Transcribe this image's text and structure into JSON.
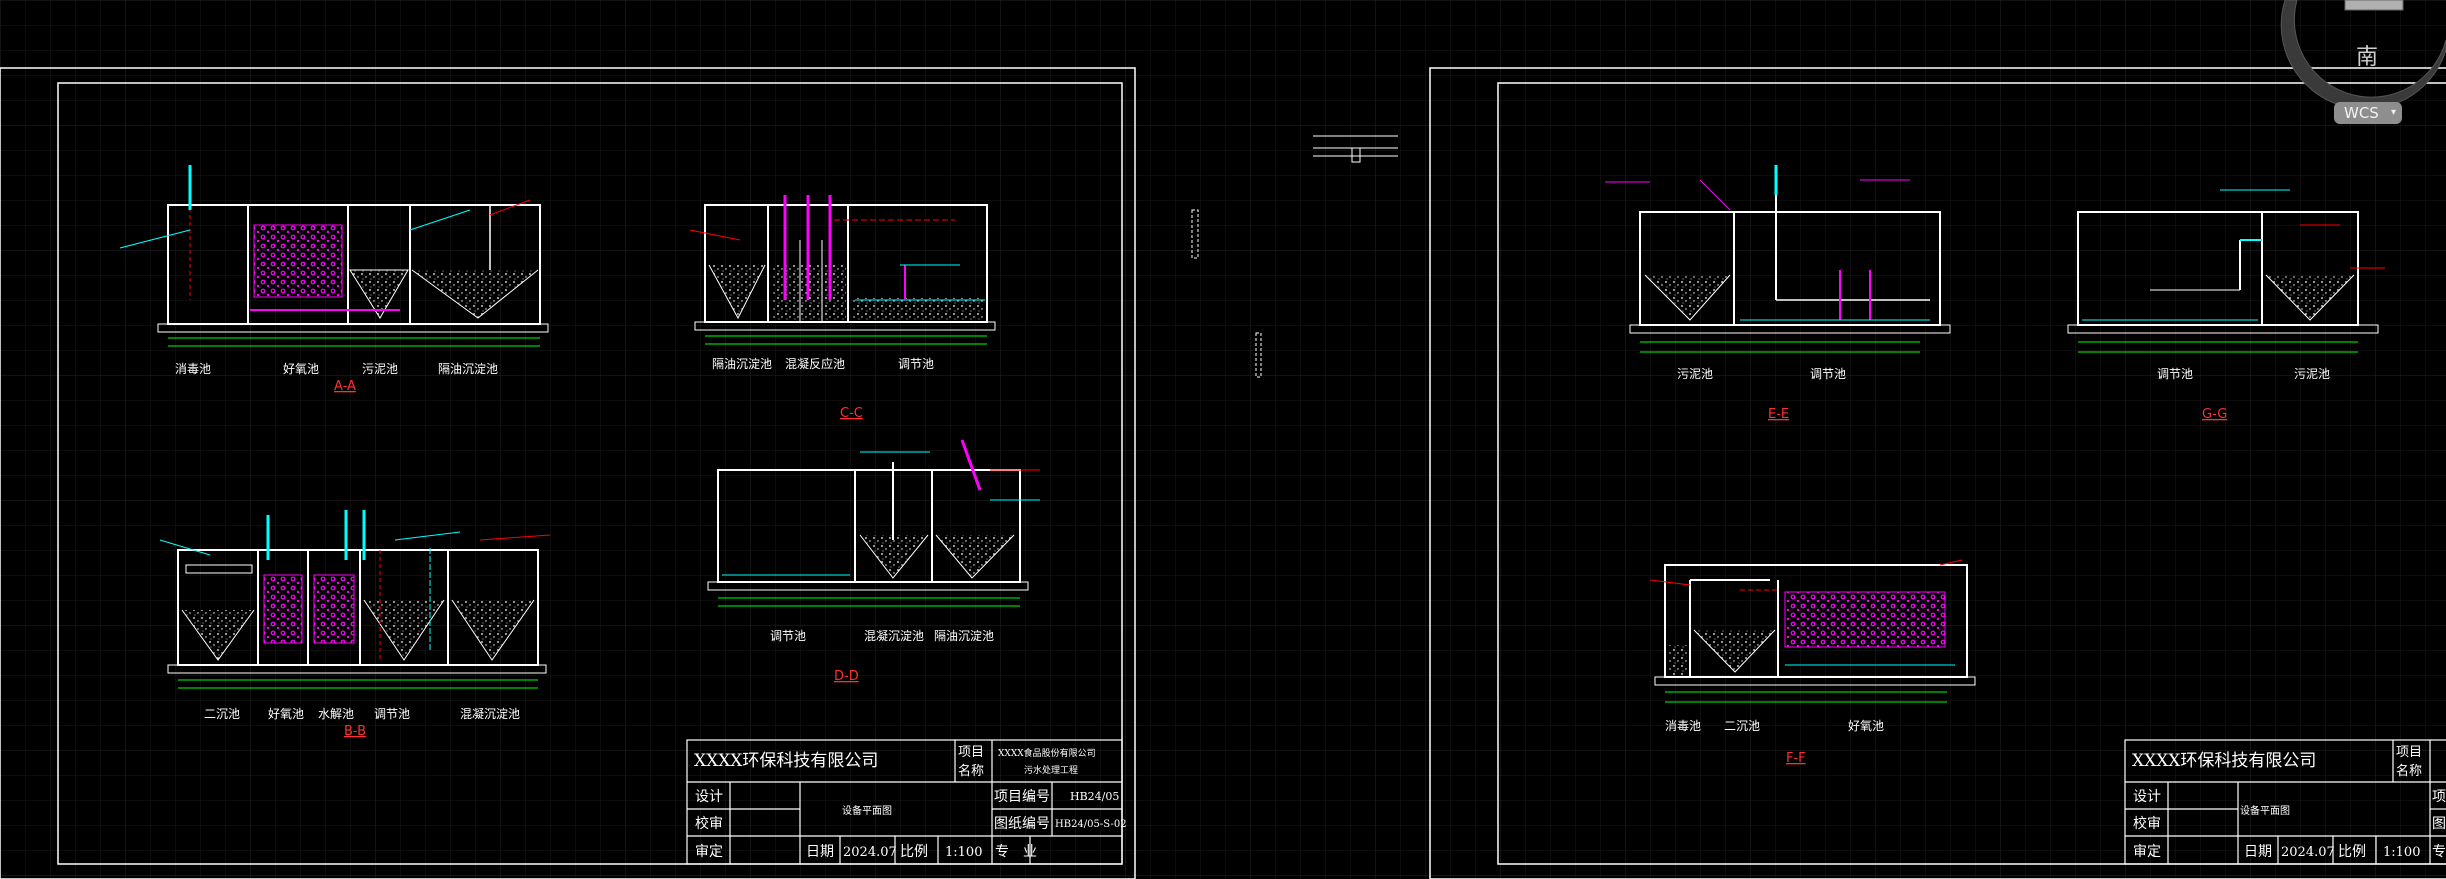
{
  "viewcube": {
    "direction": "南",
    "ucs_label": "WCS",
    "ucs_chevron": "▾"
  },
  "colors": {
    "frame": "#ffffff",
    "dims": "#00ff00",
    "labels_cyan": "#00ffff",
    "labels_magenta": "#ff00ff",
    "labels_red": "#ff0000",
    "section_title": "#ff3030",
    "grid": "#1c1c1c"
  },
  "sections": [
    {
      "id": "A-A",
      "title": "A-A",
      "pools": [
        "消毒池",
        "好氧池",
        "污泥池",
        "隔油沉淀池"
      ]
    },
    {
      "id": "B-B",
      "title": "B-B",
      "pools": [
        "二沉池",
        "好氧池",
        "水解池",
        "调节池",
        "混凝沉淀池"
      ]
    },
    {
      "id": "C-C",
      "title": "C-C",
      "pools": [
        "隔油沉淀池",
        "混凝反应池",
        "调节池"
      ]
    },
    {
      "id": "D-D",
      "title": "D-D",
      "pools": [
        "调节池",
        "混凝沉淀池",
        "隔油沉淀池"
      ]
    },
    {
      "id": "E-E",
      "title": "E-E",
      "pools": [
        "污泥池",
        "调节池"
      ]
    },
    {
      "id": "G-G",
      "title": "G-G",
      "pools": [
        "调节池",
        "污泥池"
      ]
    },
    {
      "id": "F-F",
      "title": "F-F",
      "pools": [
        "消毒池",
        "二沉池",
        "好氧池"
      ]
    }
  ],
  "title_block_1": {
    "company": "XXXX环保科技有限公司",
    "project_label": "项目名称",
    "project_name_line1": "XXXX食品股份有限公司",
    "project_name_line2": "污水处理工程",
    "designer_label": "设计",
    "reviewer_label": "校审",
    "approver_label": "审定",
    "drawing_name": "设备平面图",
    "project_no_label": "项目编号",
    "project_no": "HB24/05",
    "drawing_no_label": "图纸编号",
    "drawing_no": "HB24/05-S-02",
    "date_label": "日期",
    "date": "2024.07",
    "scale_label": "比例",
    "scale": "1:100",
    "discipline_label": "专　业"
  },
  "title_block_2": {
    "company": "XXXX环保科技有限公司",
    "project_label": "项目名称",
    "designer_label": "设计",
    "reviewer_label": "校审",
    "approver_label": "审定",
    "drawing_name": "设备平面图",
    "date_label": "日期",
    "date": "2024.07",
    "scale_label": "比例",
    "scale": "1:100",
    "partial_labels": [
      "项",
      "项",
      "图",
      "专"
    ]
  }
}
